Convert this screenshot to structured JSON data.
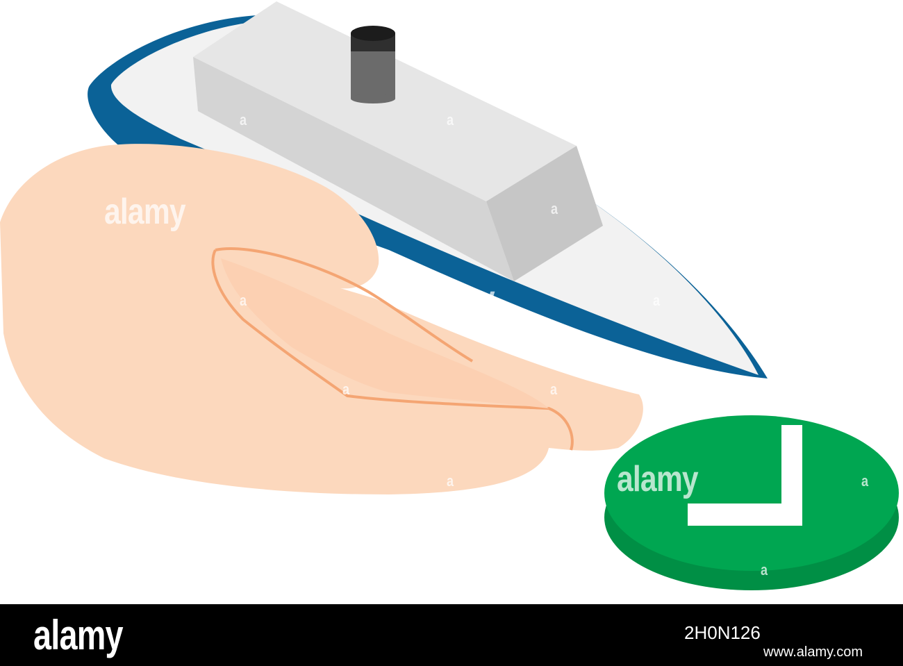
{
  "illustration": {
    "subject_icons": [
      "hand-icon",
      "boat-icon",
      "checkmark-icon"
    ],
    "colors": {
      "hand_skin": "#fcd8bd",
      "hand_outline": "#f4a573",
      "boat_hull_blue": "#0b6297",
      "boat_deck": "#f2f2f2",
      "cabin": "#dcdcdc",
      "chimney": "#6b6b6b",
      "check_badge": "#00a651",
      "check_badge_side": "#008f45"
    }
  },
  "watermark": {
    "text": "alamy",
    "small_mark": "a"
  },
  "footer": {
    "logo": "alamy",
    "image_code": "2H0N126",
    "site": "www.alamy.com"
  }
}
